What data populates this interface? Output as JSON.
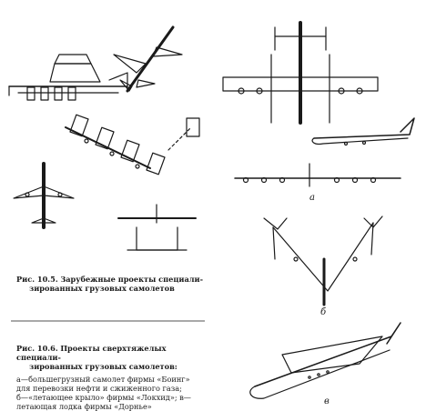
{
  "figure_10_5": {
    "number": "Рис. 10.5.",
    "line1": "Зарубежные проекты специали-",
    "line2": "зированных грузовых самолетов"
  },
  "figure_10_6": {
    "number": "Рис. 10.6.",
    "line1": "Проекты сверхтяжелых специали-",
    "line2": "зированных грузовых самолетов:",
    "legend_line1": "а—большегрузный самолет фирмы «Боинг»",
    "legend_line2": "для перевозки нефти и сжиженного газа;",
    "legend_line3": "б—«летающее крыло» фирмы «Локхид»; в—",
    "legend_line4": "летающая лодка фирмы «Дорнье»"
  },
  "sublabels": {
    "a": "а",
    "b": "б",
    "v": "в"
  }
}
